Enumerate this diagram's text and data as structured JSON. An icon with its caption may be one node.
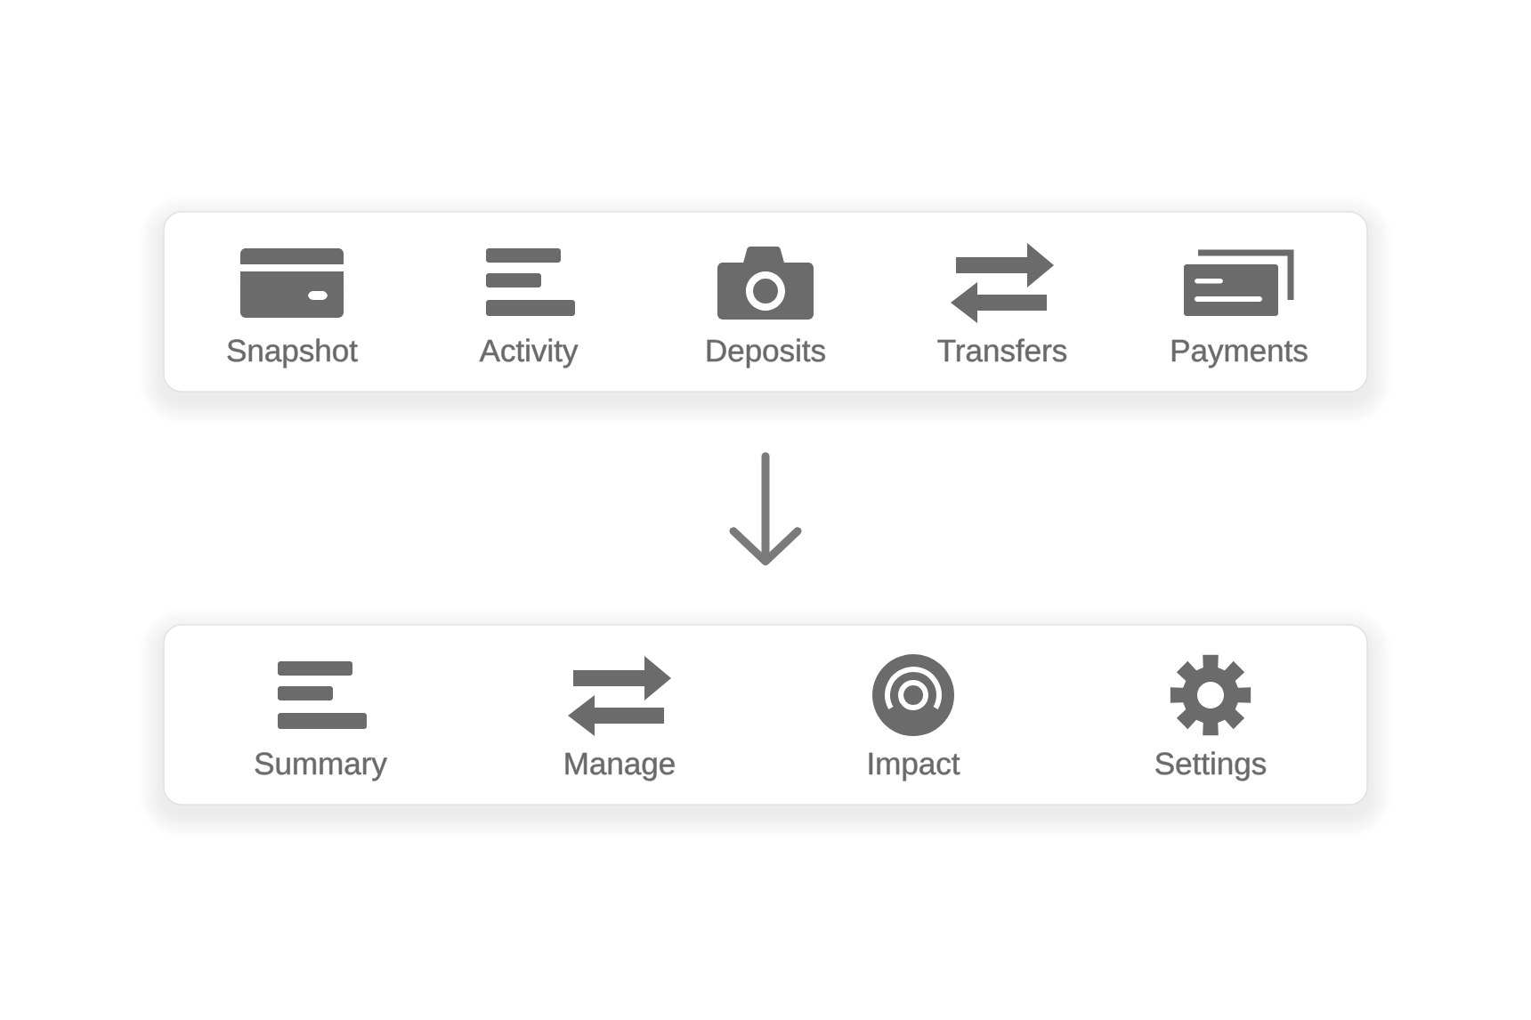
{
  "diagram": {
    "nodes": [
      {
        "text": [
          "Snapshot",
          "Activity",
          "Deposits",
          "Transfers",
          "Payments"
        ]
      },
      {
        "text": [
          "Summary",
          "Manage",
          "Impact",
          "Settings"
        ]
      }
    ],
    "edges": [
      {
        "from": 0,
        "to": 1,
        "arrow": "to"
      }
    ]
  }
}
